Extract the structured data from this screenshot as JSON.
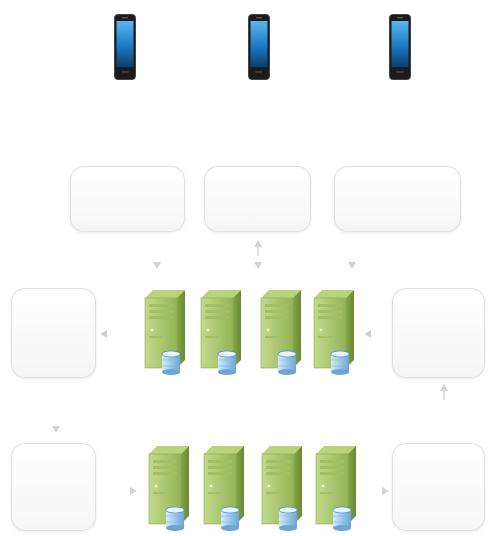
{
  "diagram": {
    "icons": {
      "device": "smartphone-icon",
      "server": "server-tower-with-database-icon"
    },
    "colors": {
      "box_border": "#e0e0e0",
      "box_fill": "#f6f6f6",
      "arrow": "#d2d2d2",
      "server_green": "#a9c76a",
      "database_blue": "#9ec8ea",
      "phone_screen": "#1f7fc9"
    },
    "counts": {
      "phones": 3,
      "top_boxes": 3,
      "middle_servers": 4,
      "bottom_servers": 4,
      "side_boxes": 4
    }
  }
}
